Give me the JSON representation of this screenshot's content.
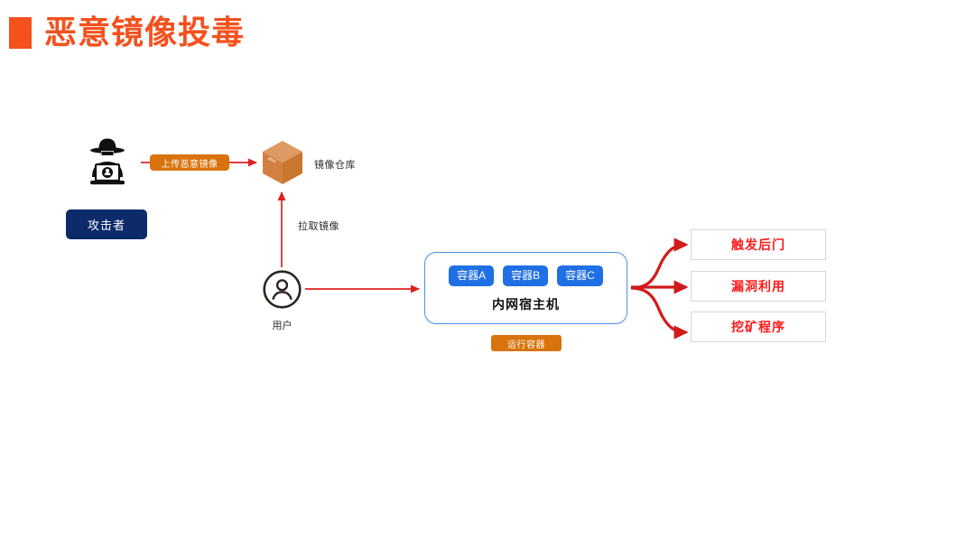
{
  "slide": {
    "title": "恶意镜像投毒",
    "bullet_color": "#F4511E",
    "background": "#FFFFFF"
  },
  "diagram": {
    "attacker": {
      "icon": "hacker-icon",
      "badge_label": "攻击者",
      "badge_color": "#0D2A6B"
    },
    "upload_flow": {
      "label": "上传恶意镜像",
      "badge_color": "#D9730D",
      "arrow_color": "#E02020"
    },
    "registry": {
      "icon": "package-box-icon",
      "icon_color": "#D98F52",
      "label": "镜像仓库"
    },
    "pull_flow": {
      "label": "拉取镜像",
      "arrow_color": "#E02020"
    },
    "user": {
      "icon": "user-circle-icon",
      "label": "用户"
    },
    "host": {
      "title": "内网宿主机",
      "border_color": "#4A90E2",
      "containers": [
        {
          "label": "容器A"
        },
        {
          "label": "容器B"
        },
        {
          "label": "容器C"
        }
      ],
      "run_badge_label": "运行容器",
      "run_badge_color": "#D9730D",
      "container_color": "#1F6FE5"
    },
    "outcomes": {
      "text_color": "#FC1A1A",
      "arrow_color": "#D11A1A",
      "items": [
        {
          "label": "触发后门"
        },
        {
          "label": "漏洞利用"
        },
        {
          "label": "挖矿程序"
        }
      ]
    }
  }
}
